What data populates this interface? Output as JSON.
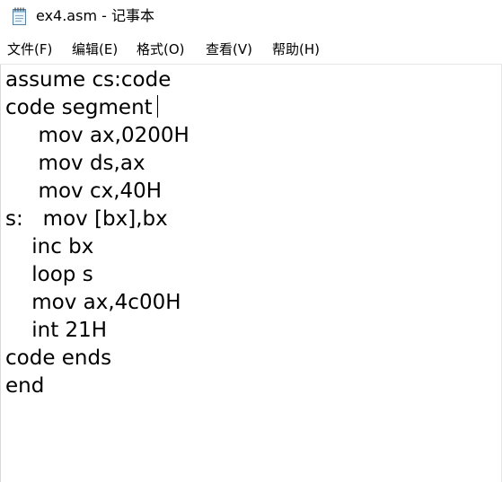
{
  "window": {
    "title": "ex4.asm - 记事本",
    "icon": "notepad-icon"
  },
  "menu": {
    "items": [
      "文件(F)",
      "编辑(E)",
      "格式(O)",
      "查看(V)",
      "帮助(H)"
    ]
  },
  "editor": {
    "lines": [
      "assume cs:code",
      "code segment",
      "     mov ax,0200H",
      "     mov ds,ax",
      "     mov cx,40H",
      "s:   mov [bx],bx",
      "    inc bx",
      "    loop s",
      "    mov ax,4c00H",
      "    int 21H",
      "code ends",
      "end"
    ]
  }
}
